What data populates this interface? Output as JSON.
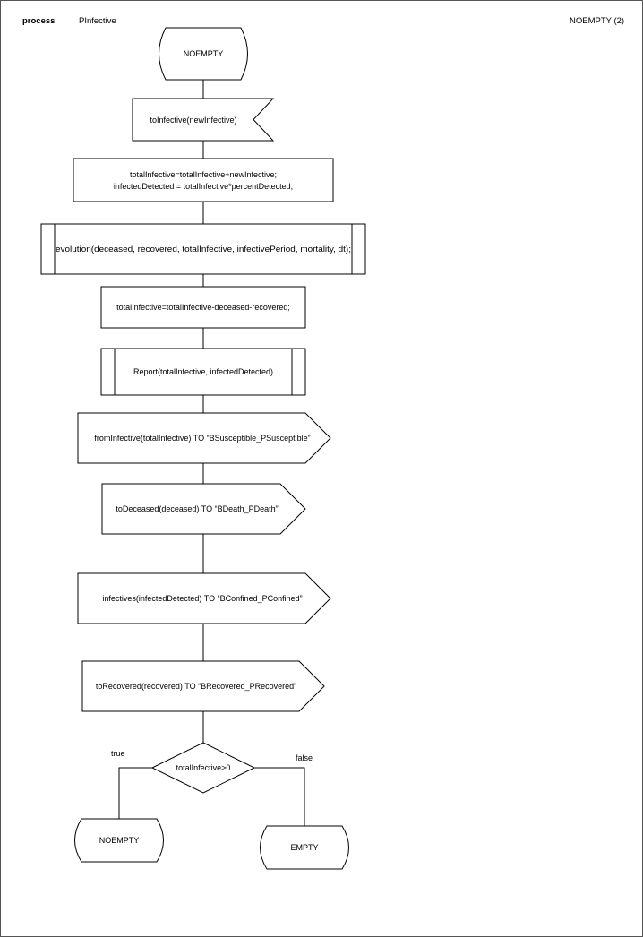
{
  "header": {
    "keyword": "process",
    "process_name": "PInfective",
    "page_ref": "NOEMPTY (2)"
  },
  "diagram": {
    "start_state": "NOEMPTY",
    "input_signal": "toInfective(newInfective)",
    "task_1": {
      "line1": "totalInfective=totalInfective+newInfective;",
      "line2": "infectedDetected = totalInfective*percentDetected;"
    },
    "procedure_call_1": "evolution(deceased, recovered, totalInfective, infectivePeriod, mortality, dt);",
    "task_2": "totalInfective=totalInfective-deceased-recovered;",
    "procedure_call_2": "Report(totalInfective, infectedDetected)",
    "output_1": "fromInfective(totalInfective) TO “BSusceptible_PSusceptible”",
    "output_2": "toDeceased(deceased) TO “BDeath_PDeath”",
    "output_3": "infectives(infectedDetected) TO “BConfined_PConfined”",
    "output_4": "toRecovered(recovered) TO “BRecovered_PRecovered”",
    "decision": "totalInfective>0",
    "true_label": "true",
    "false_label": "false",
    "next_state_true": "NOEMPTY",
    "next_state_false": "EMPTY"
  }
}
